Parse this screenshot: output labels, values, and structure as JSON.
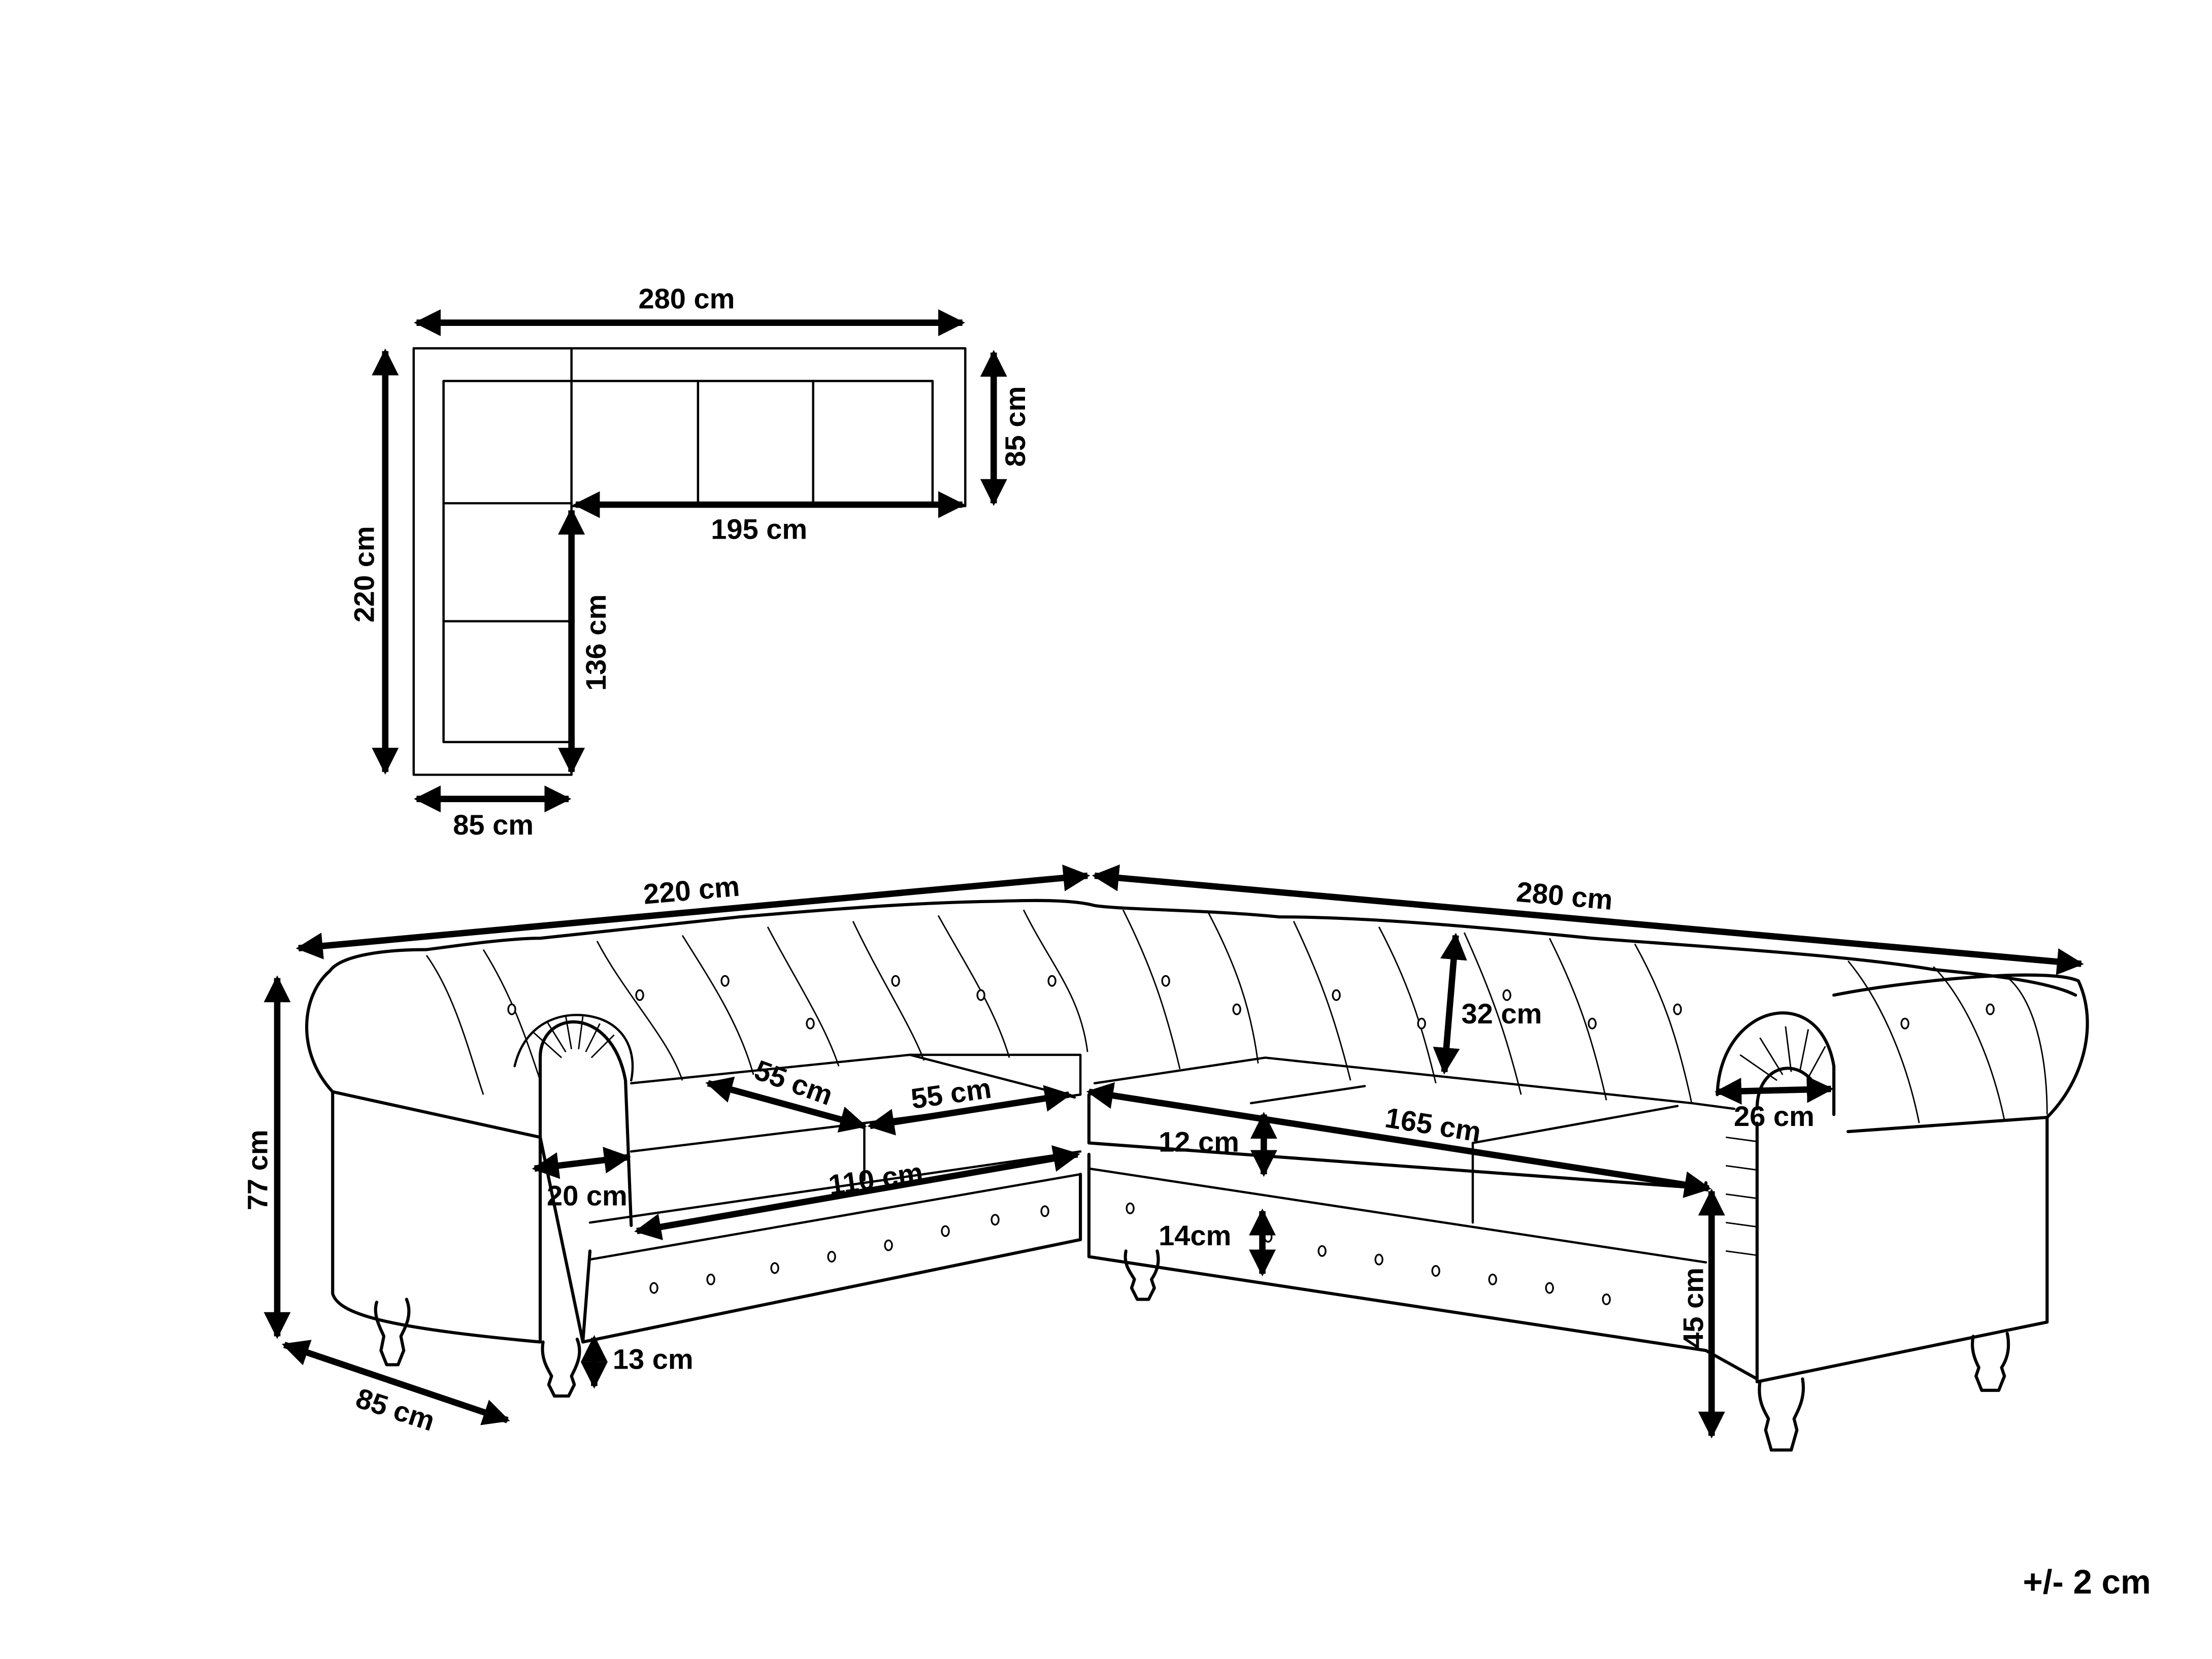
{
  "diagram": {
    "subject": "L-shaped chesterfield corner sofa dimensions",
    "unit": "cm",
    "tolerance": "+/- 2 cm",
    "top_view": {
      "overall_width": "280 cm",
      "overall_depth_left": "220 cm",
      "right_depth": "85 cm",
      "inner_length_right": "195 cm",
      "inner_length_left": "136 cm",
      "left_width": "85 cm"
    },
    "perspective_view": {
      "left_length": "220 cm",
      "right_length": "280 cm",
      "total_height": "77 cm",
      "depth": "85 cm",
      "leg_height": "13 cm",
      "back_cushion_height": "32 cm",
      "seat_depth_a": "55 cm",
      "seat_depth_b": "55 cm",
      "seat_width_left": "110 cm",
      "seat_width_right": "165 cm",
      "armrest_width": "20 cm",
      "armrest_roll": "26 cm",
      "seat_cushion_thickness": "12 cm",
      "base_band": "14cm",
      "seat_height": "45 cm"
    }
  }
}
